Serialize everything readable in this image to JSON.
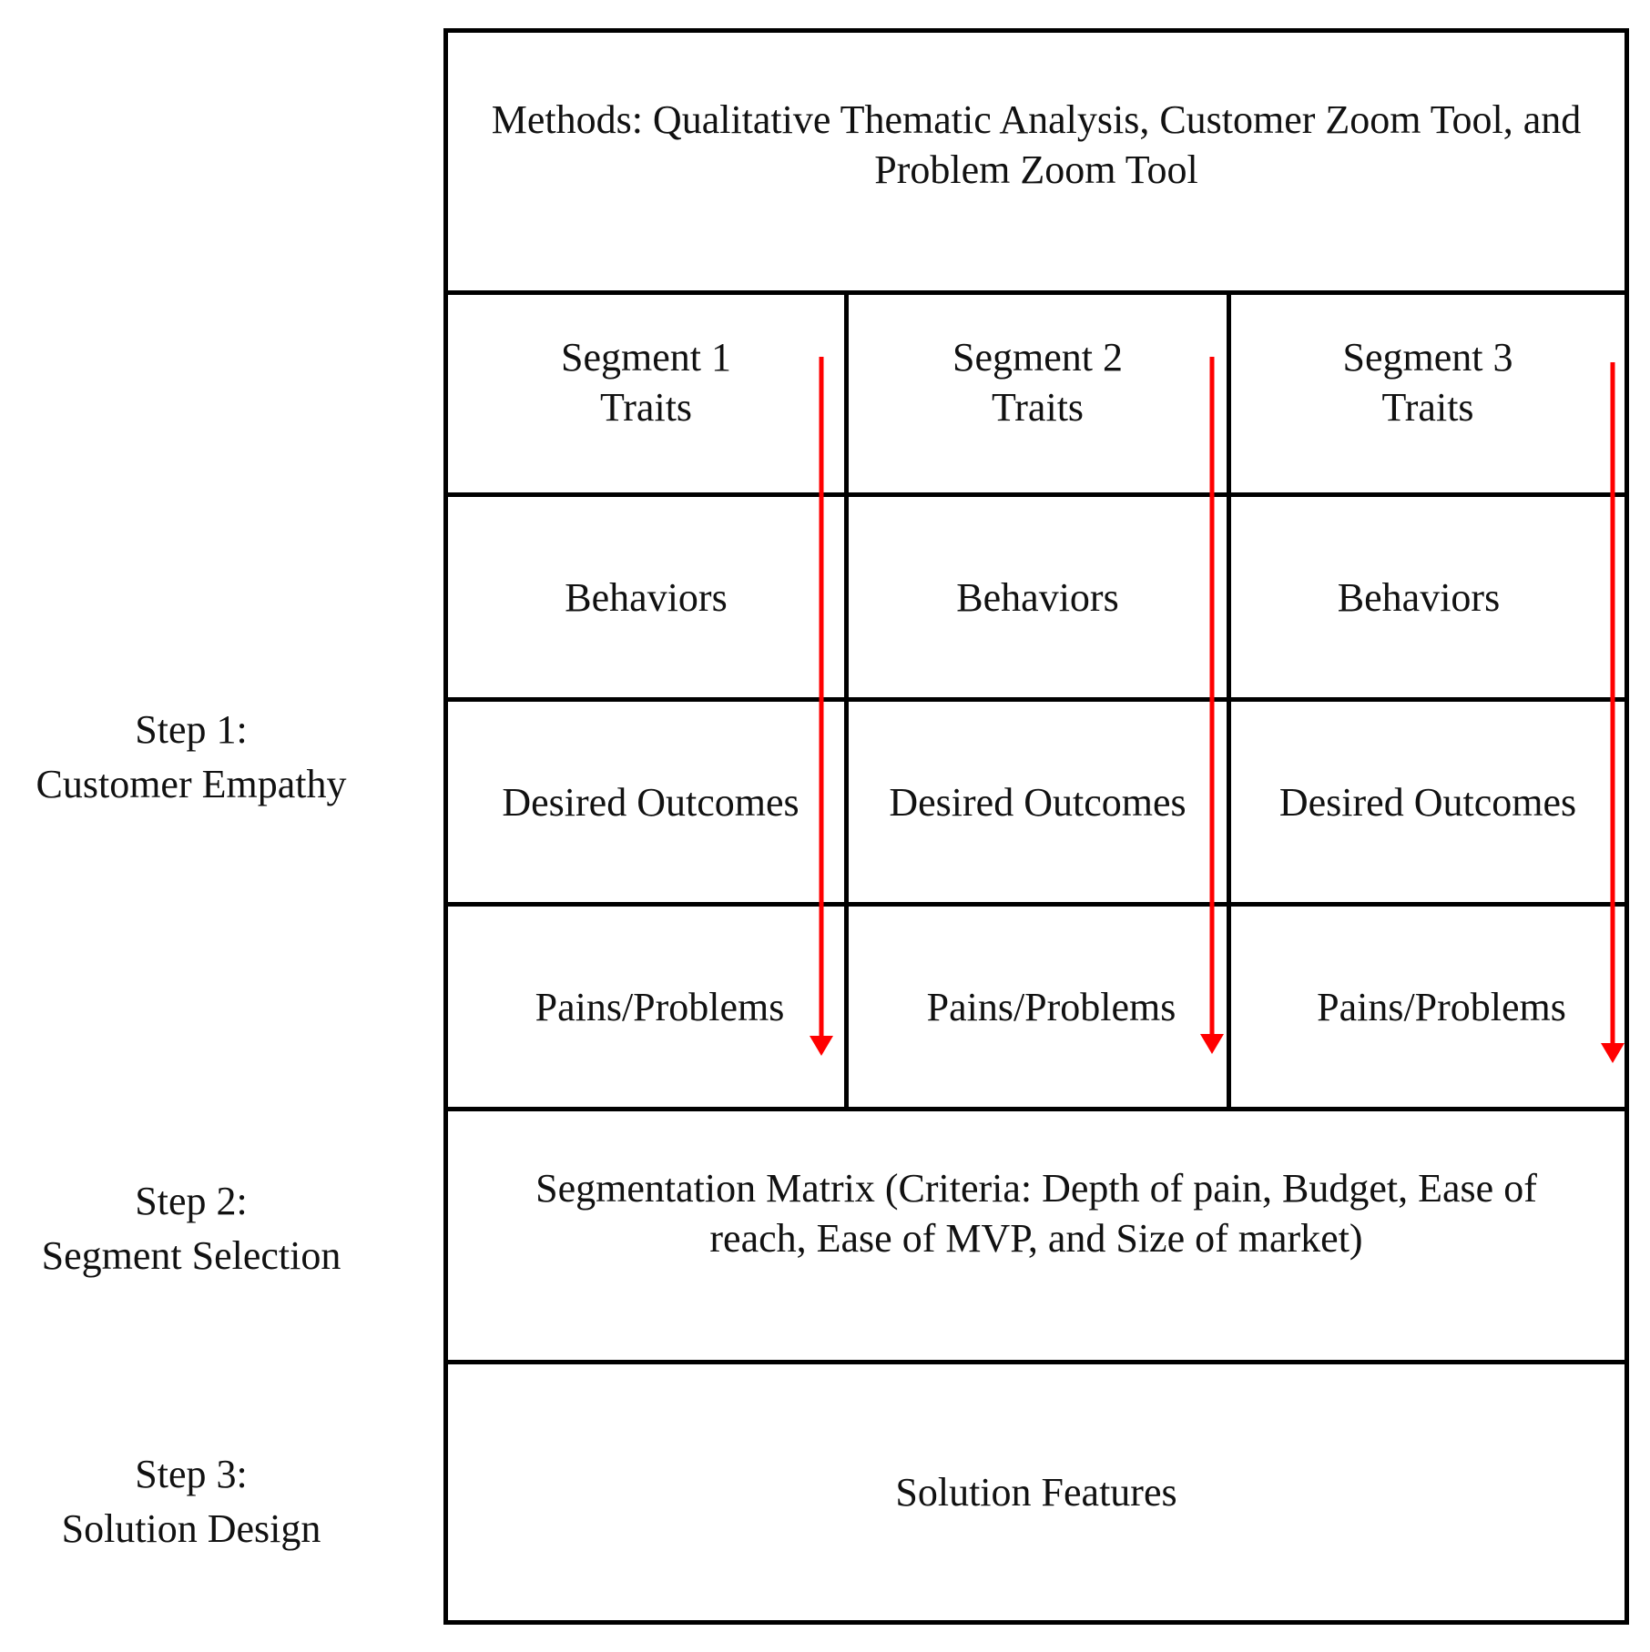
{
  "steps": [
    {
      "label": "Step 1:",
      "name": "Customer Empathy"
    },
    {
      "label": "Step 2:",
      "name": "Segment Selection"
    },
    {
      "label": "Step 3:",
      "name": "Solution Design"
    }
  ],
  "methods": "Methods: Qualitative Thematic Analysis, Customer Zoom Tool, and Problem Zoom Tool",
  "segments": [
    {
      "line1": "Segment 1",
      "line2": "Traits",
      "behaviors": "Behaviors",
      "outcomes": "Desired Outcomes",
      "pains": "Pains/Problems"
    },
    {
      "line1": "Segment 2",
      "line2": "Traits",
      "behaviors": "Behaviors",
      "outcomes": "Desired Outcomes",
      "pains": "Pains/Problems"
    },
    {
      "line1": "Segment 3",
      "line2": "Traits",
      "behaviors": "Behaviors",
      "outcomes": "Desired Outcomes",
      "pains": "Pains/Problems"
    }
  ],
  "segmentation_matrix": "Segmentation Matrix (Criteria: Depth of pain, Budget, Ease of reach, Ease of MVP, and Size of market)",
  "solution": "Solution Features",
  "colors": {
    "border": "#000000",
    "arrow": "#ff0000",
    "text": "#111111"
  }
}
